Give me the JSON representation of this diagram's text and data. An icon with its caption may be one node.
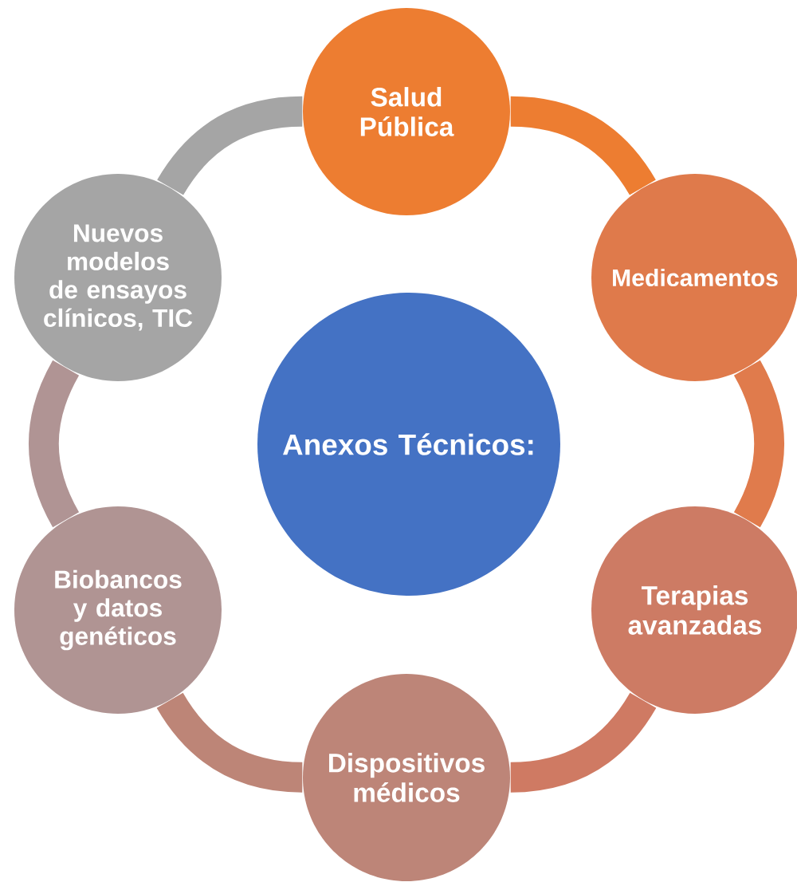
{
  "diagram": {
    "nodes": [
      {
        "text": [
          "Salud Pública"
        ]
      },
      {
        "text": [
          "Medicamentos"
        ]
      },
      {
        "text": [
          "Terapias avanzadas"
        ]
      },
      {
        "text": [
          "Dispositivos médicos"
        ]
      },
      {
        "text": [
          "Biobancos y datos genéticos"
        ]
      },
      {
        "text": [
          "Nuevos modelos de ensayos clínicos, TIC"
        ]
      },
      {
        "text": [
          "Anexos Técnicos:"
        ]
      }
    ],
    "edges": [
      {
        "from": 0,
        "to": 1,
        "arrow": "none",
        "color": "#ed7d31"
      },
      {
        "from": 1,
        "to": 2,
        "arrow": "none",
        "color": "#e07b4c"
      },
      {
        "from": 2,
        "to": 3,
        "arrow": "none",
        "color": "#cf7a63"
      },
      {
        "from": 3,
        "to": 4,
        "arrow": "none",
        "color": "#bd8577"
      },
      {
        "from": 4,
        "to": 5,
        "arrow": "none",
        "color": "#b09494"
      },
      {
        "from": 5,
        "to": 0,
        "arrow": "none",
        "color": "#a5a5a5"
      }
    ]
  }
}
